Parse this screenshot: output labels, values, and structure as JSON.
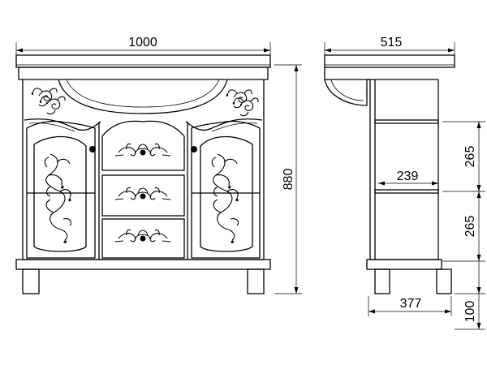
{
  "dimensions": {
    "front_width": "1000",
    "side_depth": "515",
    "total_height": "880",
    "shelf_depth": "239",
    "shelf_spacing_upper": "265",
    "shelf_spacing_lower": "265",
    "base_depth": "377",
    "leg_height": "100"
  },
  "colors": {
    "line": "#000000",
    "background": "#ffffff"
  }
}
